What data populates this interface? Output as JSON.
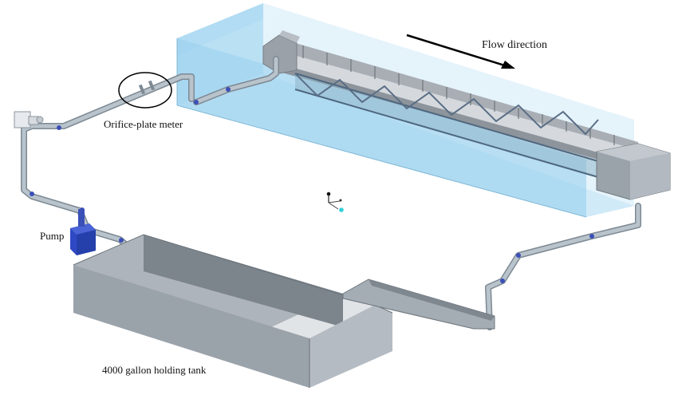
{
  "labels": {
    "flow_direction": "Flow direction",
    "orifice_meter": "Orifice-plate meter",
    "pump": "Pump",
    "holding_tank": "4000 gallon holding tank"
  },
  "colors": {
    "background": "#ffffff",
    "pipe": "#a7b2bb",
    "pipe_shadow": "#7d8993",
    "coupling": "#3b4fb8",
    "pump": "#2f49c4",
    "tank_top": "#c9ced3",
    "tank_front": "#9aa2aa",
    "tank_side": "#b4bbc2",
    "water": "#9fd3ef",
    "flume_rail": "#8a9098",
    "truss": "#5a6e86"
  },
  "icons": {
    "flow_arrow": "arrow-right-icon",
    "orientation_triad": "axis-triad-icon"
  }
}
